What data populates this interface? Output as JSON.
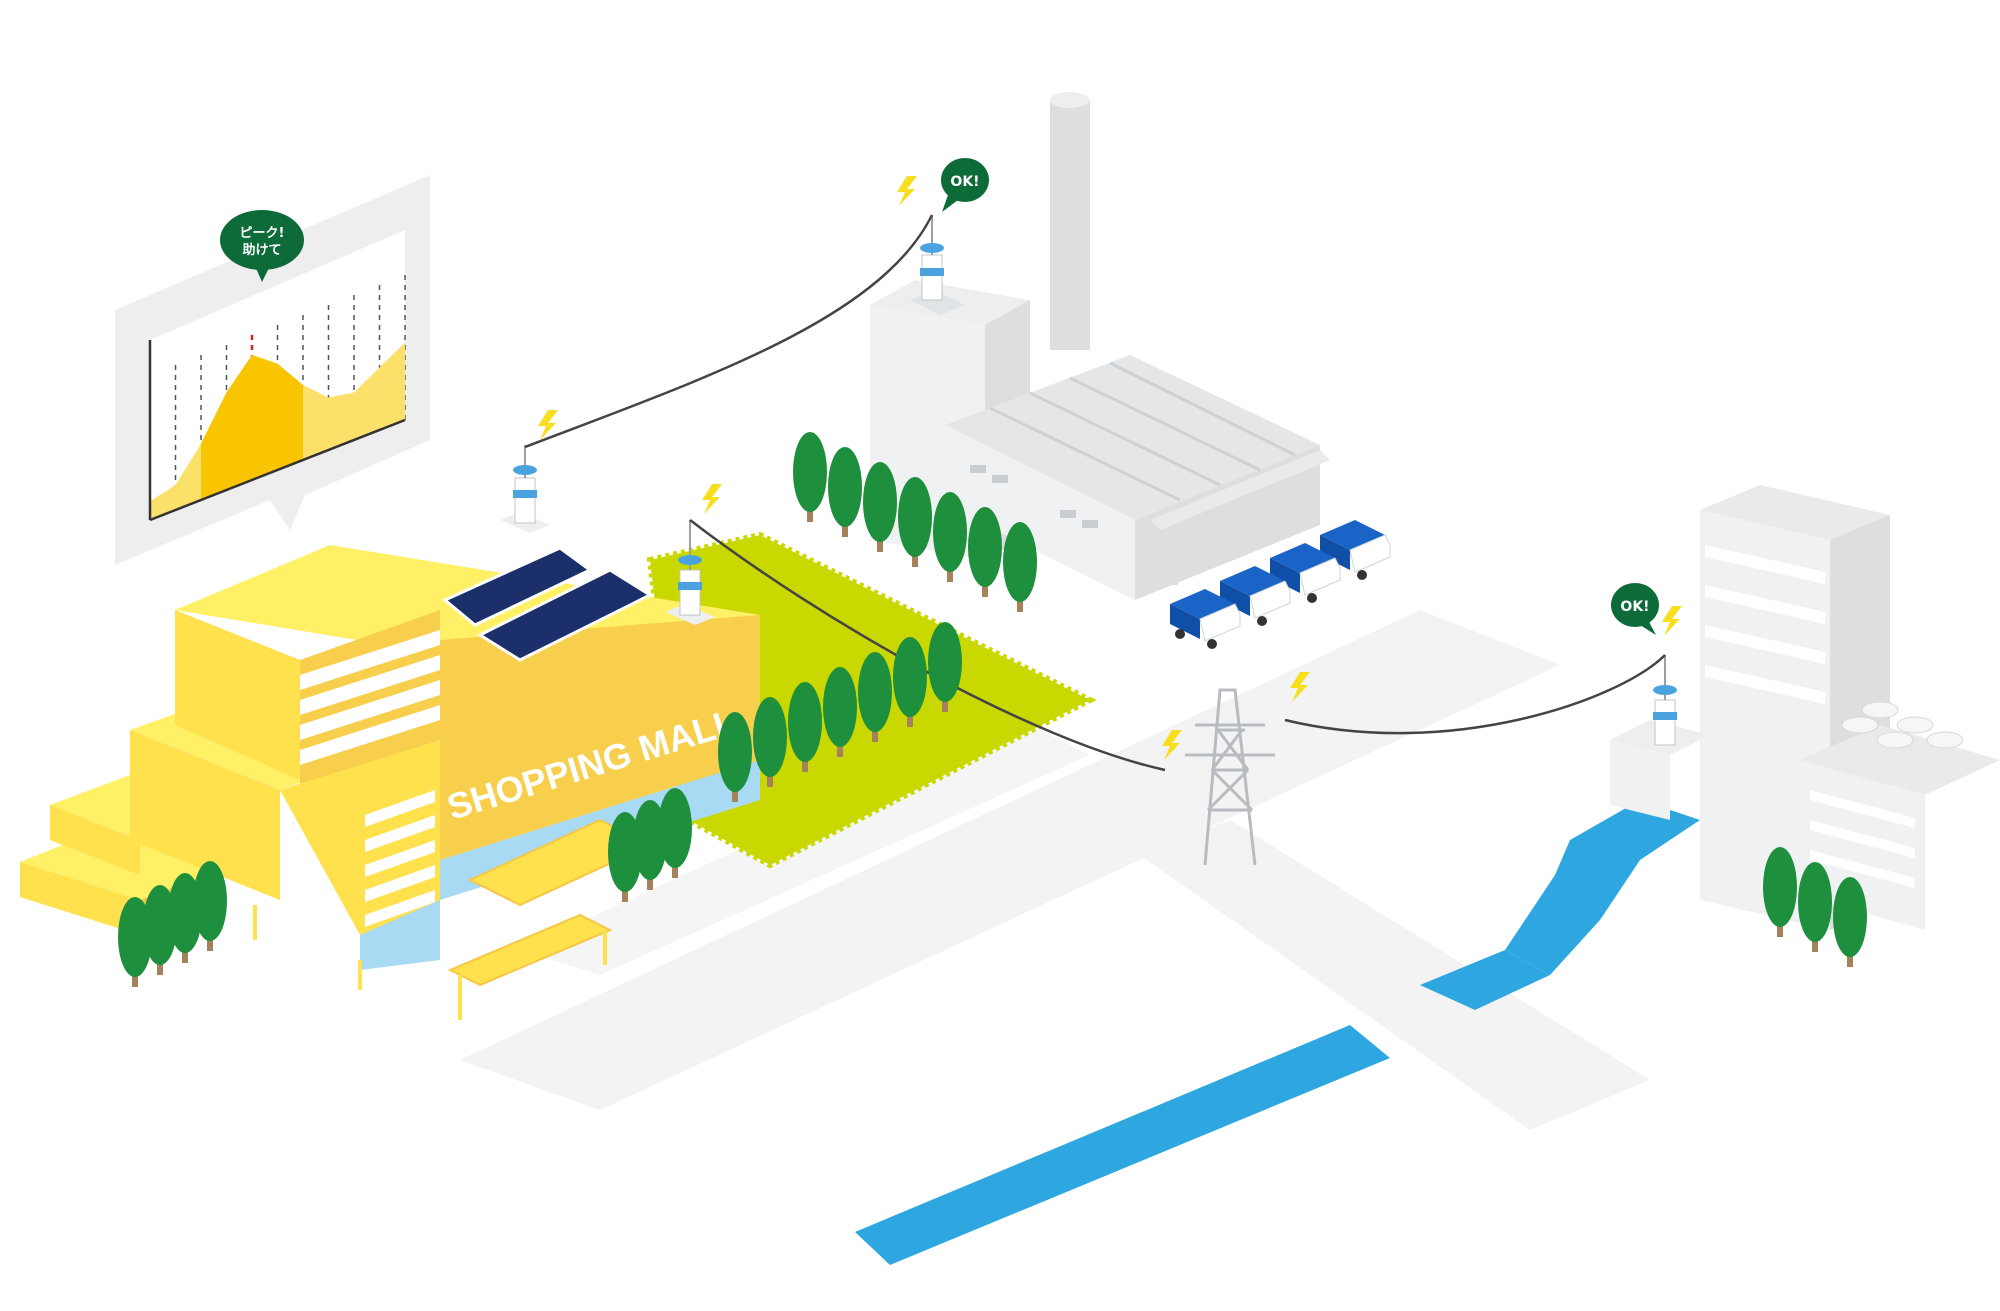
{
  "colors": {
    "ground": "#f3f3f3",
    "river": "#2ea7e0",
    "grass": "#c8d800",
    "tree": "#1e8f3c",
    "trunk": "#a6825c",
    "mall_light": "#fff066",
    "mall_mid": "#ffe14d",
    "mall_dark": "#f5c744",
    "factory_light": "#f0f1f2",
    "factory_dark": "#dcdee0",
    "bubble": "#0d6b3a",
    "spark": "#f7df1e",
    "chart_fill": "#f9c400",
    "peak_line": "#d2261e",
    "truck": "#1a64c8",
    "solar": "#1b2f6a"
  },
  "icons": [
    "lightning-bolt-icon",
    "antenna-icon",
    "transmission-tower-icon",
    "truck-icon",
    "solar-panel-icon"
  ],
  "chart_bubble": {
    "line1": "ピーク!",
    "line2": "助けて"
  },
  "factory_bubble": {
    "text": "OK!"
  },
  "office_bubble": {
    "text": "OK!"
  },
  "mall_sign": "SHOPPING MALL",
  "chart_data": {
    "type": "area",
    "title": "",
    "xlabel": "",
    "ylabel": "",
    "x": [
      0,
      1,
      2,
      3,
      4,
      5,
      6,
      7,
      8,
      9,
      10
    ],
    "values": [
      0.15,
      0.2,
      0.45,
      0.78,
      1.0,
      0.85,
      0.6,
      0.42,
      0.38,
      0.5,
      0.62
    ],
    "peak_index": 4,
    "grid": "vertical dashed"
  }
}
